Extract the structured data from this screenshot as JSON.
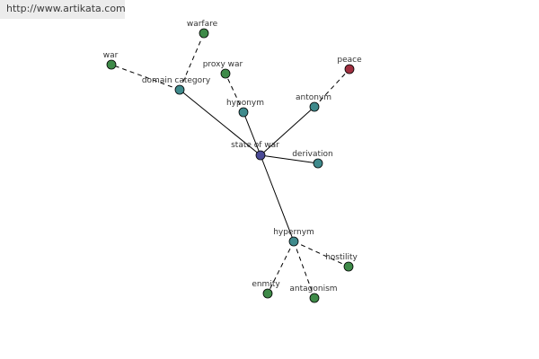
{
  "banner": {
    "url_text": "http://www.artikata.com"
  },
  "colors": {
    "center": "#4a4a96",
    "relation": "#3f8a8c",
    "term": "#3e8a48",
    "antonym_term": "#a03040",
    "edge": "#000000"
  },
  "graph": {
    "nodes": [
      {
        "id": "state_of_war",
        "label": "state of war",
        "kind": "center"
      },
      {
        "id": "domain_category",
        "label": "domain category",
        "kind": "relation"
      },
      {
        "id": "hyponym",
        "label": "hyponym",
        "kind": "relation"
      },
      {
        "id": "antonym",
        "label": "antonym",
        "kind": "relation"
      },
      {
        "id": "derivation",
        "label": "derivation",
        "kind": "relation"
      },
      {
        "id": "hypernym",
        "label": "hypernym",
        "kind": "relation"
      },
      {
        "id": "warfare",
        "label": "warfare",
        "kind": "term"
      },
      {
        "id": "war",
        "label": "war",
        "kind": "term"
      },
      {
        "id": "proxy_war",
        "label": "proxy war",
        "kind": "term"
      },
      {
        "id": "peace",
        "label": "peace",
        "kind": "antonym_term"
      },
      {
        "id": "hostility",
        "label": "hostility",
        "kind": "term"
      },
      {
        "id": "enmity",
        "label": "enmity",
        "kind": "term"
      },
      {
        "id": "antagonism",
        "label": "antagonism",
        "kind": "term"
      }
    ],
    "edges": [
      {
        "from": "state_of_war",
        "to": "domain_category",
        "style": "solid"
      },
      {
        "from": "state_of_war",
        "to": "hyponym",
        "style": "solid"
      },
      {
        "from": "state_of_war",
        "to": "antonym",
        "style": "solid"
      },
      {
        "from": "state_of_war",
        "to": "derivation",
        "style": "solid"
      },
      {
        "from": "state_of_war",
        "to": "hypernym",
        "style": "solid"
      },
      {
        "from": "domain_category",
        "to": "warfare",
        "style": "dashed"
      },
      {
        "from": "domain_category",
        "to": "war",
        "style": "dashed"
      },
      {
        "from": "hyponym",
        "to": "proxy_war",
        "style": "dashed"
      },
      {
        "from": "antonym",
        "to": "peace",
        "style": "dashed"
      },
      {
        "from": "hypernym",
        "to": "hostility",
        "style": "dashed"
      },
      {
        "from": "hypernym",
        "to": "enmity",
        "style": "dashed"
      },
      {
        "from": "hypernym",
        "to": "antagonism",
        "style": "dashed"
      }
    ]
  }
}
